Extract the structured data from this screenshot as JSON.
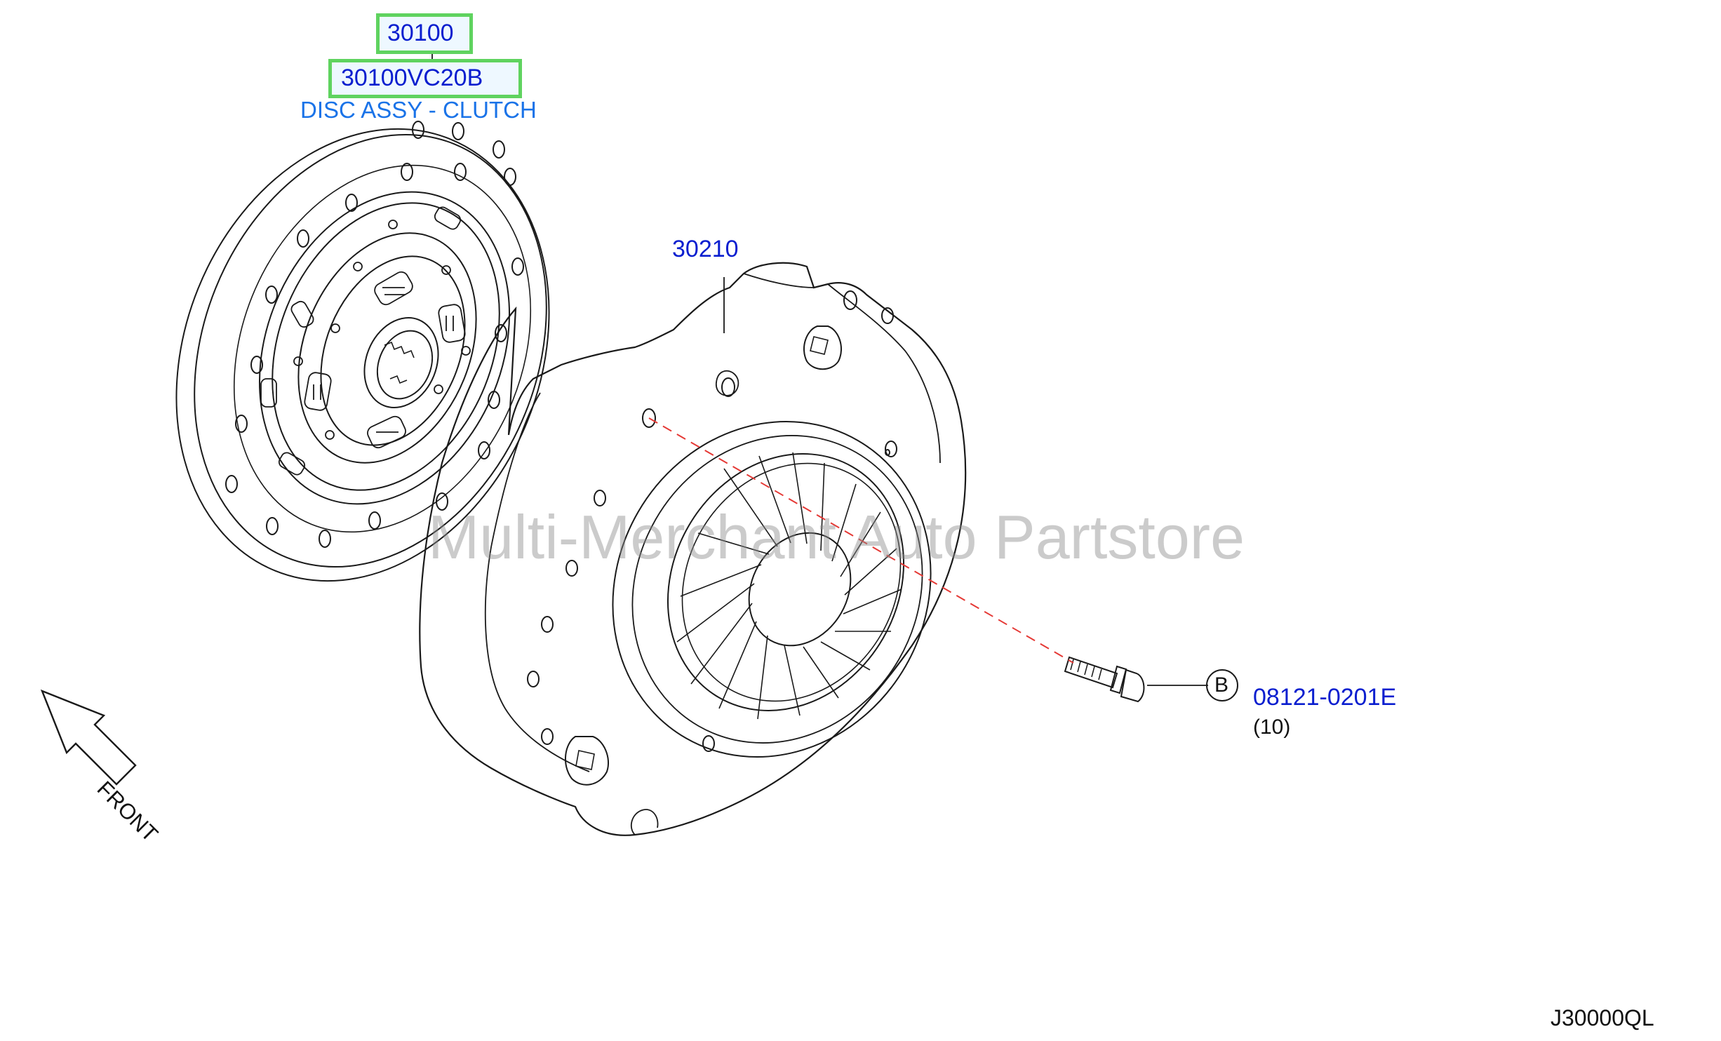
{
  "callouts": {
    "disc_group": "30100",
    "disc_part_number": "30100VC20B",
    "disc_description": "DISC ASSY - CLUTCH",
    "cover_part": "30210",
    "bolt_marker": "B",
    "bolt_part_number": "08121-0201E",
    "bolt_quantity": "(10)"
  },
  "direction_label": "FRONT",
  "watermark": "Multi-Merchant Auto Partstore",
  "diagram_code": "J30000QL",
  "colors": {
    "highlight_border": "#5fd35f",
    "part_number_blue": "#0a1ecf",
    "description_blue": "#1a73e8",
    "guide_line_red": "#e53935",
    "line_art": "#1a1a1a"
  }
}
